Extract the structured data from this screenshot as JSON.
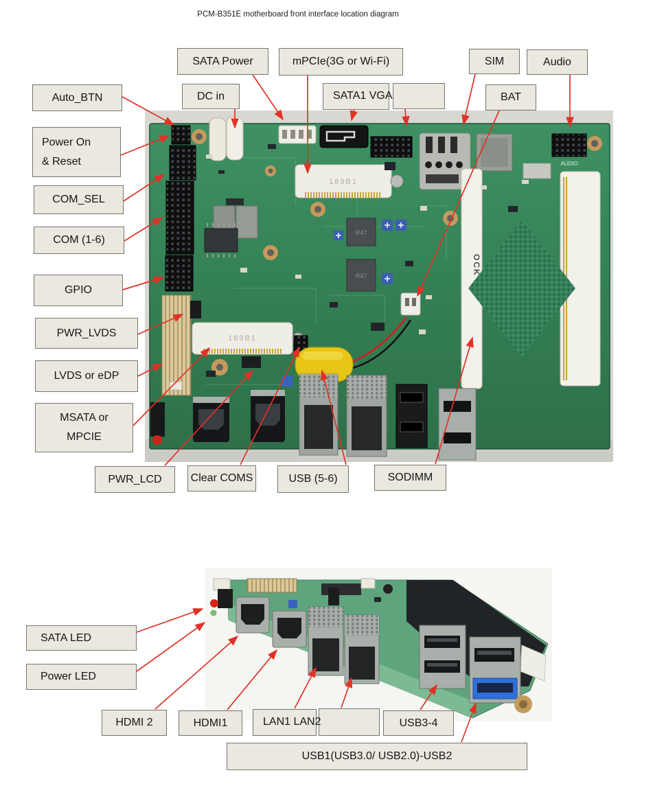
{
  "title": "PCM-B351E motherboard front interface location diagram",
  "front_view": {
    "top_labels": {
      "sata_power": "SATA Power",
      "mpcie": "mPCIe(3G or Wi-Fi)",
      "sim": "SIM",
      "audio": "Audio",
      "dc_in": "DC in",
      "sata1_vga": "SATA1 VGA",
      "vga_box": "",
      "bat": "BAT"
    },
    "left_labels": {
      "auto_btn": "Auto_BTN",
      "power_on": "Power On",
      "reset": "& Reset",
      "com_sel": "COM_SEL",
      "com_1_6": "COM (1-6)",
      "gpio": "GPIO",
      "pwr_lvds": "PWR_LVDS",
      "lvds_or_edp": "LVDS or eDP",
      "msata_or": "MSATA or",
      "mpcie2": "MPCIE"
    },
    "bottom_labels": {
      "pwr_lcd": "PWR_LCD",
      "clear_coms": "Clear COMS",
      "usb_5_6": "USB (5-6)",
      "sodimm": "SODIMM"
    },
    "silkscreen": {
      "mpcie_slot": "189B1",
      "msata_slot": "189B1",
      "sodimm_lock": "OCK KB",
      "audio_header": "AUDIO",
      "r47_top": "R47",
      "r47_bottom": "R47"
    }
  },
  "rear_view": {
    "labels": {
      "sata_led": "SATA LED",
      "power_led": "Power LED",
      "hdmi2": "HDMI 2",
      "hdmi1": "HDMI1",
      "lan1_lan2": "LAN1 LAN2",
      "lan2_box": "",
      "usb3_4": "USB3-4",
      "usb1_usb2": "USB1(USB3.0/ USB2.0)-USB2"
    }
  },
  "colors": {
    "arrow": "#e03226",
    "callout_fill": "#eae8df",
    "callout_border": "#75756f",
    "pcb_green": "#37815a",
    "usb3_blue": "#2f6fd8"
  }
}
